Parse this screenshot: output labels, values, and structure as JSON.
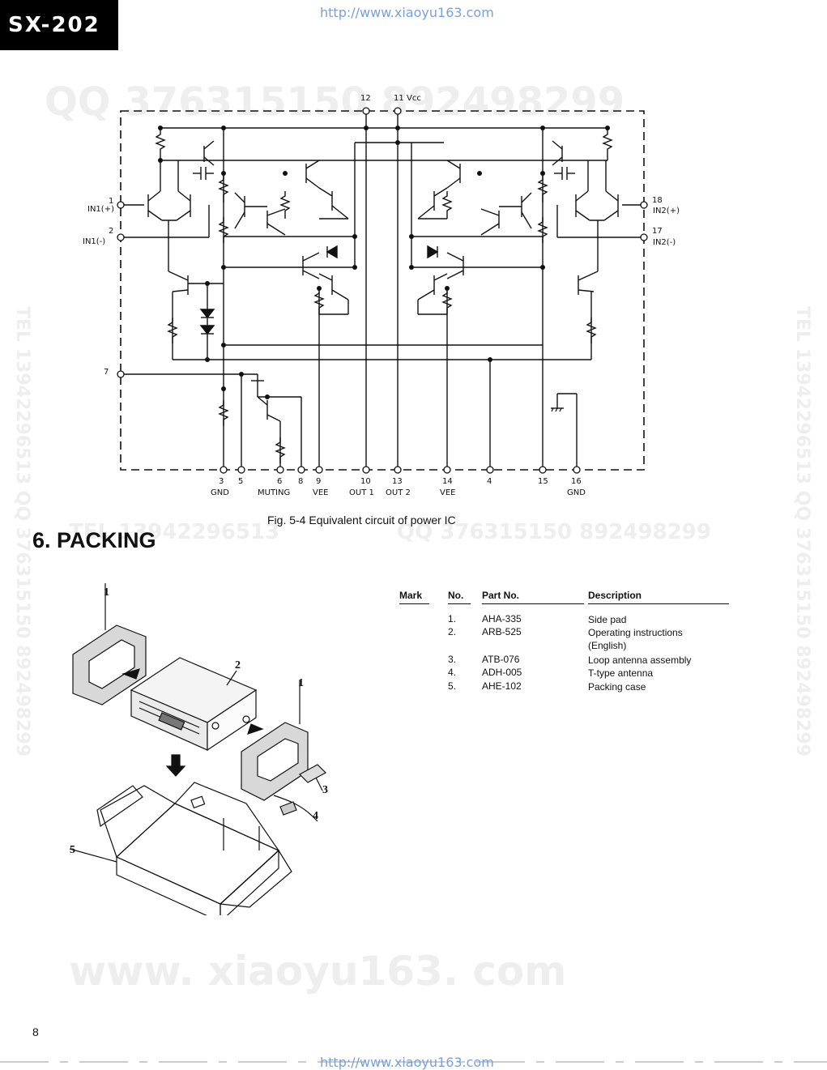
{
  "header": {
    "model": "SX-202",
    "url_top": "http://www.xiaoyu163.com",
    "url_bottom": "http://www.xiaoyu163.com"
  },
  "watermarks": {
    "qq_big": "QQ 376315150  892498299",
    "tel_mid": "TEL 13942296513",
    "qq_mid": "QQ 376315150  892498299",
    "tel_left": "TEL 13942296513  QQ 376315150  892498299",
    "tel_right": "TEL 13942296513  QQ 376315150  892498299",
    "site_big": "www. xiaoyu163. com"
  },
  "figure": {
    "caption": "Fig. 5-4    Equivalent circuit of power IC",
    "pins_top": [
      {
        "num": "12",
        "label": ""
      },
      {
        "num": "11",
        "label": "Vcc"
      }
    ],
    "pins_left": [
      {
        "num": "1",
        "label": "IN1(+)"
      },
      {
        "num": "2",
        "label": "IN1(-)"
      },
      {
        "num": "7",
        "label": ""
      }
    ],
    "pins_right": [
      {
        "num": "18",
        "label": "IN2(+)"
      },
      {
        "num": "17",
        "label": "IN2(-)"
      }
    ],
    "pins_bottom": [
      {
        "num": "3",
        "label": "GND"
      },
      {
        "num": "5",
        "label": ""
      },
      {
        "num": "6",
        "label": "MUTING"
      },
      {
        "num": "8",
        "label": ""
      },
      {
        "num": "9",
        "label": "VEE"
      },
      {
        "num": "10",
        "label": "OUT 1"
      },
      {
        "num": "13",
        "label": "OUT 2"
      },
      {
        "num": "14",
        "label": "VEE"
      },
      {
        "num": "4",
        "label": ""
      },
      {
        "num": "15",
        "label": ""
      },
      {
        "num": "16",
        "label": "GND"
      }
    ]
  },
  "section": {
    "title": "6. PACKING"
  },
  "illustration": {
    "callouts": [
      "1",
      "2",
      "1",
      "3",
      "4",
      "5"
    ]
  },
  "parts_table": {
    "headers": {
      "mark": "Mark",
      "no": "No.",
      "part_no": "Part No.",
      "description": "Description"
    },
    "rows": [
      {
        "no": "1.",
        "part_no": "AHA-335",
        "description": "Side pad"
      },
      {
        "no": "2.",
        "part_no": "ARB-525",
        "description": "Operating instructions (English)"
      },
      {
        "no": "3.",
        "part_no": "ATB-076",
        "description": "Loop antenna assembly"
      },
      {
        "no": "4.",
        "part_no": "ADH-005",
        "description": "T-type antenna"
      },
      {
        "no": "5.",
        "part_no": "AHE-102",
        "description": "Packing case"
      }
    ]
  },
  "footer": {
    "page_number": "8"
  }
}
